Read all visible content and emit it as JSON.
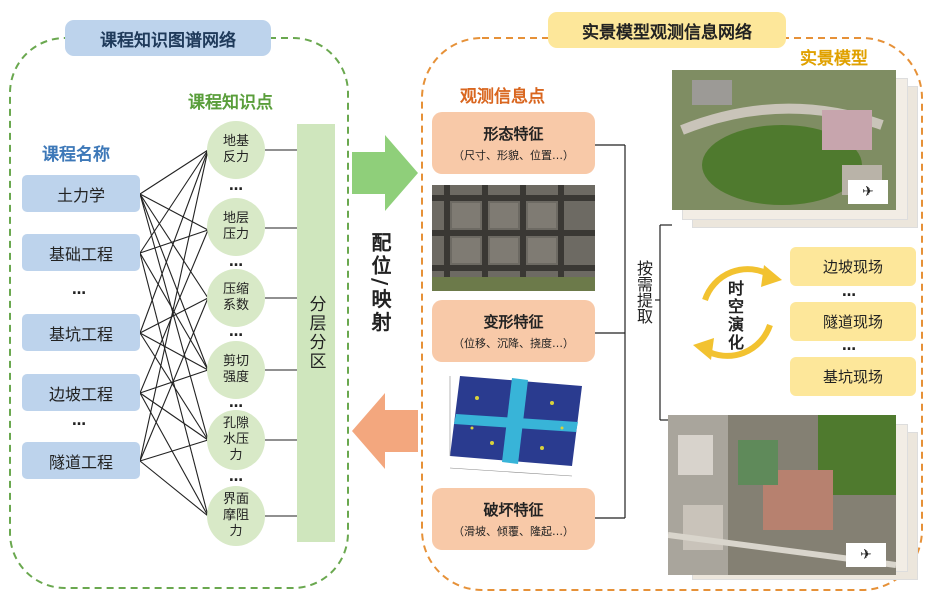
{
  "left_panel": {
    "title": "课程知识图谱网络",
    "course_header": "课程名称",
    "knowledge_header": "课程知识点",
    "courses": [
      "土力学",
      "基础工程",
      "…",
      "基坑工程",
      "边坡工程",
      "…",
      "隧道工程"
    ],
    "knowledge_points": [
      [
        "地基",
        "反力"
      ],
      [
        "地层",
        "压力"
      ],
      [
        "压缩",
        "系数"
      ],
      [
        "剪切",
        "强度"
      ],
      [
        "孔隙",
        "水压",
        "力"
      ],
      [
        "界面",
        "摩阻",
        "力"
      ]
    ],
    "knowledge_dots": "…",
    "layer_bar": "分层分区"
  },
  "middle": {
    "label": "配位/映射"
  },
  "right_panel": {
    "title": "实景模型观测信息网络",
    "obs_header": "观测信息点",
    "model_header": "实景模型",
    "features": [
      {
        "title": "形态特征",
        "sub": "（尺寸、形貌、位置…）"
      },
      {
        "title": "变形特征",
        "sub": "（位移、沉降、挠度…）"
      },
      {
        "title": "破坏特征",
        "sub": "（滑坡、倾覆、隆起…）"
      }
    ],
    "extract_label": "按需提取",
    "evolution_label": "时空演化",
    "sites": [
      "边坡现场",
      "…",
      "隧道现场",
      "…",
      "基坑现场"
    ]
  },
  "colors": {
    "green_dash": "#6aa84f",
    "orange_dash": "#e69138",
    "blue_box": "#bdd3ec",
    "green_circle": "#d8e9c7",
    "peach_box": "#f8c9a8",
    "yellow_box": "#fde79a",
    "green_arrow": "#8fcf7a",
    "orange_arrow": "#f3a77e"
  }
}
